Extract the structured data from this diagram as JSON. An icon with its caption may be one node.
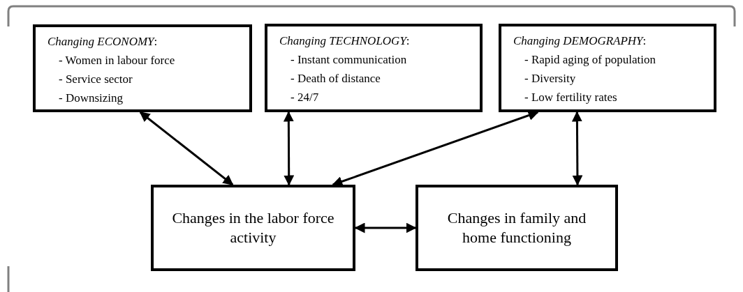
{
  "diagram": {
    "nodes": [
      {
        "text": [
          "*Changing ECONOMY*:",
          "- Women in labour force",
          "- Service sector",
          "- Downsizing"
        ]
      },
      {
        "text": [
          "*Changing TECHNOLOGY*:",
          "- Instant communication",
          "- Death of distance",
          "- 24/7"
        ]
      },
      {
        "text": [
          "*Changing DEMOGRAPHY*:",
          "- Rapid aging of population",
          "- Diversity",
          "- Low fertility rates"
        ]
      },
      {
        "text": [
          "Changes in the labor force activity"
        ]
      },
      {
        "text": [
          "Changes in family and home functioning"
        ]
      }
    ],
    "edges": [
      {
        "from": 0,
        "to": 3,
        "arrow": "both"
      },
      {
        "from": 1,
        "to": 3,
        "arrow": "both"
      },
      {
        "from": 2,
        "to": 3,
        "arrow": "both"
      },
      {
        "from": 2,
        "to": 4,
        "arrow": "both"
      },
      {
        "from": 3,
        "to": 4,
        "arrow": "both"
      }
    ]
  }
}
